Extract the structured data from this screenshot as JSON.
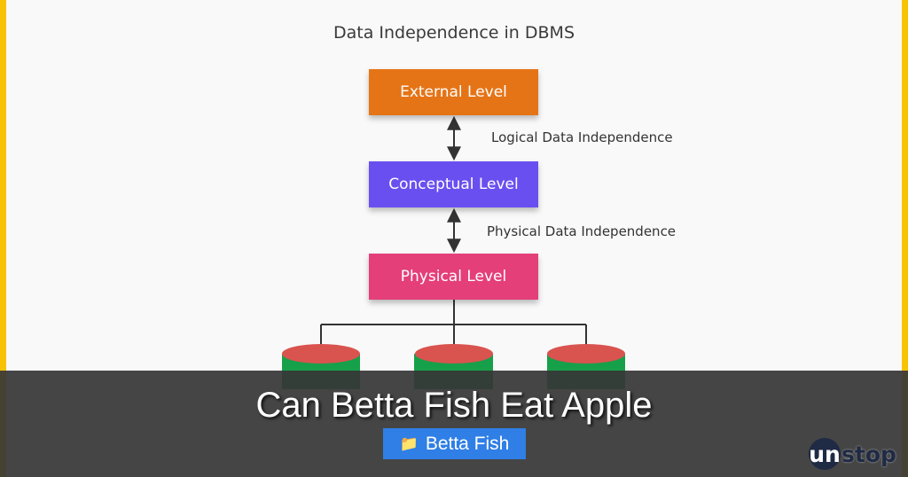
{
  "diagram": {
    "title": "Data Independence in DBMS",
    "levels": [
      {
        "label": "External Level",
        "color": "#e57417"
      },
      {
        "label": "Conceptual Level",
        "color": "#6a4ff0"
      },
      {
        "label": "Physical Level",
        "color": "#e43f79"
      }
    ],
    "notes": {
      "logical": "Logical Data Independence",
      "physical": "Physical Data Independence"
    },
    "cylinder_colors": {
      "top": "#d9534f",
      "body": "#17a04a"
    }
  },
  "overlay": {
    "caption": "Can Betta Fish Eat Apple",
    "tag_icon": "folder-icon",
    "tag_label": "Betta Fish",
    "tag_color": "#2f7fe6"
  },
  "logo": {
    "first": "un",
    "rest": "stop"
  }
}
